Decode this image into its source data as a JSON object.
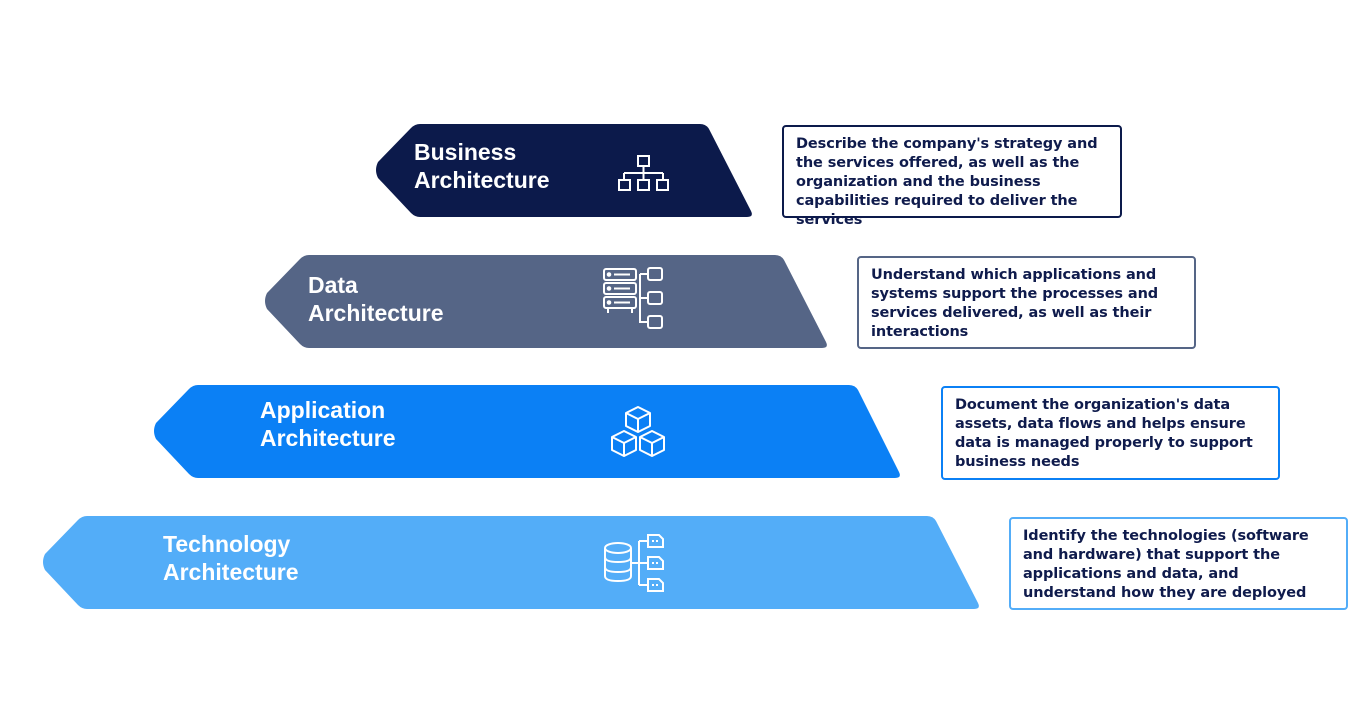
{
  "layers": [
    {
      "id": "business",
      "title_line1": "Business",
      "title_line2": "Architecture",
      "icon": "org-chart-icon",
      "color": "#0c1a4b",
      "description": "Describe the company's strategy and the services offered, as well as the organization and the business capabilities required to deliver the services",
      "border_color": "#0c1a4b"
    },
    {
      "id": "data",
      "title_line1": "Data",
      "title_line2": "Architecture",
      "icon": "server-database-icon",
      "color": "#556586",
      "description": "Understand which applications and systems support the processes and services delivered, as well as their interactions",
      "border_color": "#556586"
    },
    {
      "id": "application",
      "title_line1": "Application",
      "title_line2": "Architecture",
      "icon": "cubes-icon",
      "color": "#0b80f5",
      "description": "Document the organization's data assets, data flows and helps ensure data is managed properly to support business needs",
      "border_color": "#0b80f5"
    },
    {
      "id": "technology",
      "title_line1": "Technology",
      "title_line2": "Architecture",
      "icon": "database-network-icon",
      "color": "#53adf8",
      "description": "Identify the technologies (software and hardware) that support the applications and data, and understand how they are deployed",
      "border_color": "#53adf8"
    }
  ]
}
